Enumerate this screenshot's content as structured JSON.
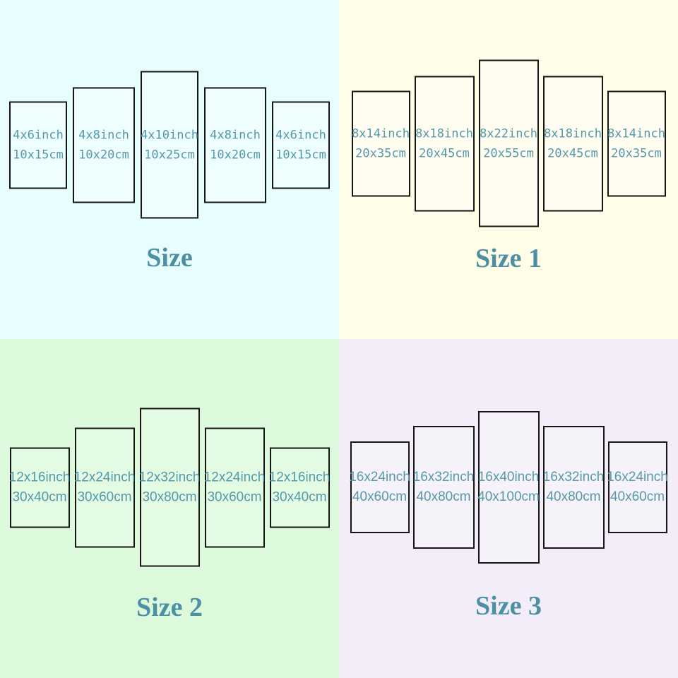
{
  "colors": {
    "label_text": "#5599ab",
    "title_text": "#4d90a4",
    "panel_border": "#151515",
    "quadrant_backgrounds": [
      "#e8fdfd",
      "#fffde8",
      "#dcf9dc",
      "#f2edf8"
    ],
    "panel_fills": [
      "#eefefe",
      "#fffdf0",
      "#e3fbe3",
      "#f6f2fa"
    ]
  },
  "quadrants": [
    {
      "title": "Size",
      "panels": [
        {
          "inch": "4x6inch",
          "cm": "10x15cm"
        },
        {
          "inch": "4x8inch",
          "cm": "10x20cm"
        },
        {
          "inch": "4x10inch",
          "cm": "10x25cm"
        },
        {
          "inch": "4x8inch",
          "cm": "10x20cm"
        },
        {
          "inch": "4x6inch",
          "cm": "10x15cm"
        }
      ]
    },
    {
      "title": "Size 1",
      "panels": [
        {
          "inch": "8x14inch",
          "cm": "20x35cm"
        },
        {
          "inch": "8x18inch",
          "cm": "20x45cm"
        },
        {
          "inch": "8x22inch",
          "cm": "20x55cm"
        },
        {
          "inch": "8x18inch",
          "cm": "20x45cm"
        },
        {
          "inch": "8x14inch",
          "cm": "20x35cm"
        }
      ]
    },
    {
      "title": "Size 2",
      "panels": [
        {
          "inch": "12x16inch",
          "cm": "30x40cm"
        },
        {
          "inch": "12x24inch",
          "cm": "30x60cm"
        },
        {
          "inch": "12x32inch",
          "cm": "30x80cm"
        },
        {
          "inch": "12x24inch",
          "cm": "30x60cm"
        },
        {
          "inch": "12x16inch",
          "cm": "30x40cm"
        }
      ]
    },
    {
      "title": "Size 3",
      "panels": [
        {
          "inch": "16x24inch",
          "cm": "40x60cm"
        },
        {
          "inch": "16x32inch",
          "cm": "40x80cm"
        },
        {
          "inch": "16x40inch",
          "cm": "40x100cm"
        },
        {
          "inch": "16x32inch",
          "cm": "40x80cm"
        },
        {
          "inch": "16x24inch",
          "cm": "40x60cm"
        }
      ]
    }
  ]
}
